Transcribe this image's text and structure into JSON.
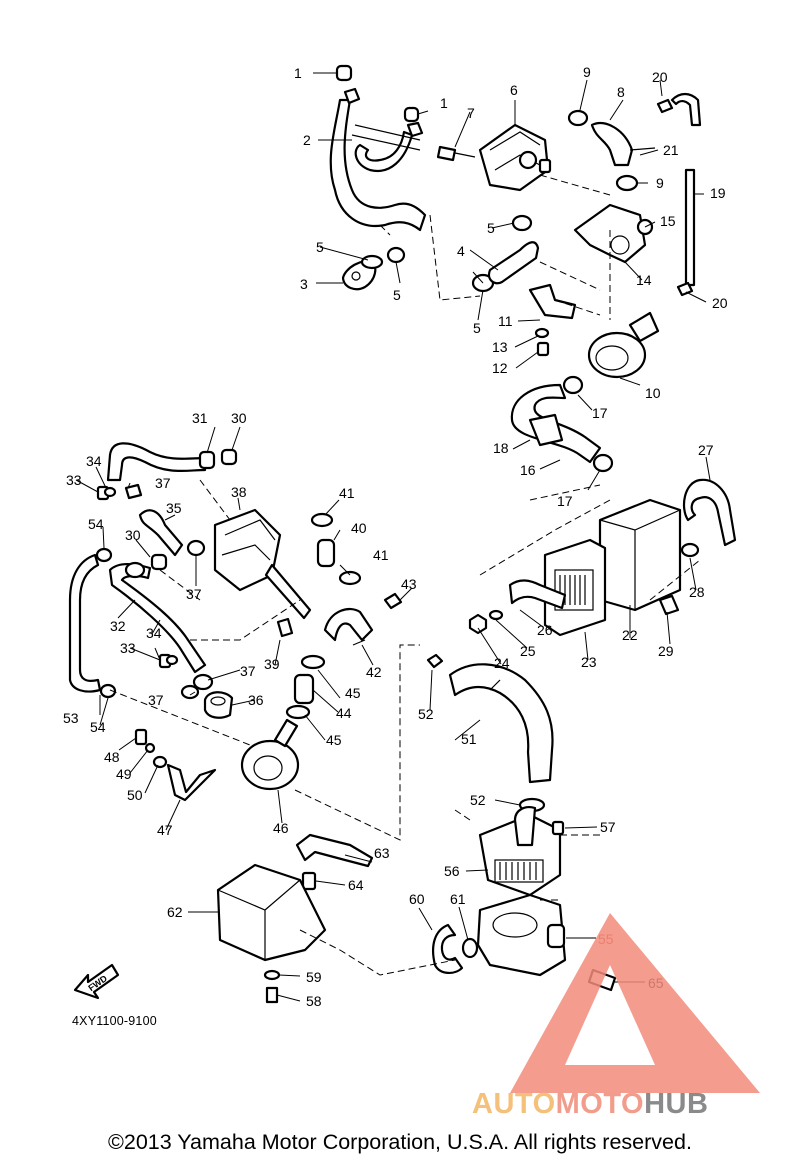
{
  "diagram_code": "4XY1100-9100",
  "fwd_label": "FWD",
  "copyright": "©2013 Yamaha Motor Corporation, U.S.A. All rights reserved.",
  "watermark": {
    "part1": "AUTO",
    "part2": "MOTO",
    "part3": "HUB"
  },
  "colors": {
    "line": "#000000",
    "watermark_red": "#f28b7a",
    "watermark_orange": "#f4c07a",
    "watermark_grey": "#8a8a8a",
    "highlight_callout": "#c0392b"
  },
  "callouts": {
    "c1a": "1",
    "c1b": "1",
    "c2": "2",
    "c3": "3",
    "c4": "4",
    "c5a": "5",
    "c5b": "5",
    "c5c": "5",
    "c5d": "5",
    "c6": "6",
    "c7": "7",
    "c8": "8",
    "c9a": "9",
    "c9b": "9",
    "c10": "10",
    "c11": "11",
    "c12": "12",
    "c13": "13",
    "c14": "14",
    "c15": "15",
    "c16": "16",
    "c17a": "17",
    "c17b": "17",
    "c18": "18",
    "c19": "19",
    "c20a": "20",
    "c20b": "20",
    "c21": "21",
    "c22": "22",
    "c23": "23",
    "c24": "24",
    "c25": "25",
    "c26": "26",
    "c27": "27",
    "c28": "28",
    "c29": "29",
    "c30a": "30",
    "c30b": "30",
    "c31": "31",
    "c32": "32",
    "c33a": "33",
    "c33b": "33",
    "c34a": "34",
    "c34b": "34",
    "c35": "35",
    "c36": "36",
    "c37a": "37",
    "c37b": "37",
    "c37c": "37",
    "c37d": "37",
    "c38": "38",
    "c39": "39",
    "c40": "40",
    "c41a": "41",
    "c41b": "41",
    "c42": "42",
    "c43": "43",
    "c44": "44",
    "c45a": "45",
    "c45b": "45",
    "c46": "46",
    "c47": "47",
    "c48": "48",
    "c49": "49",
    "c50": "50",
    "c51": "51",
    "c52a": "52",
    "c52b": "52",
    "c53": "53",
    "c54a": "54",
    "c54b": "54",
    "c55": "55",
    "c56": "56",
    "c57": "57",
    "c58": "58",
    "c59": "59",
    "c60": "60",
    "c61": "61",
    "c62": "62",
    "c63": "63",
    "c64": "64",
    "c65": "65"
  }
}
